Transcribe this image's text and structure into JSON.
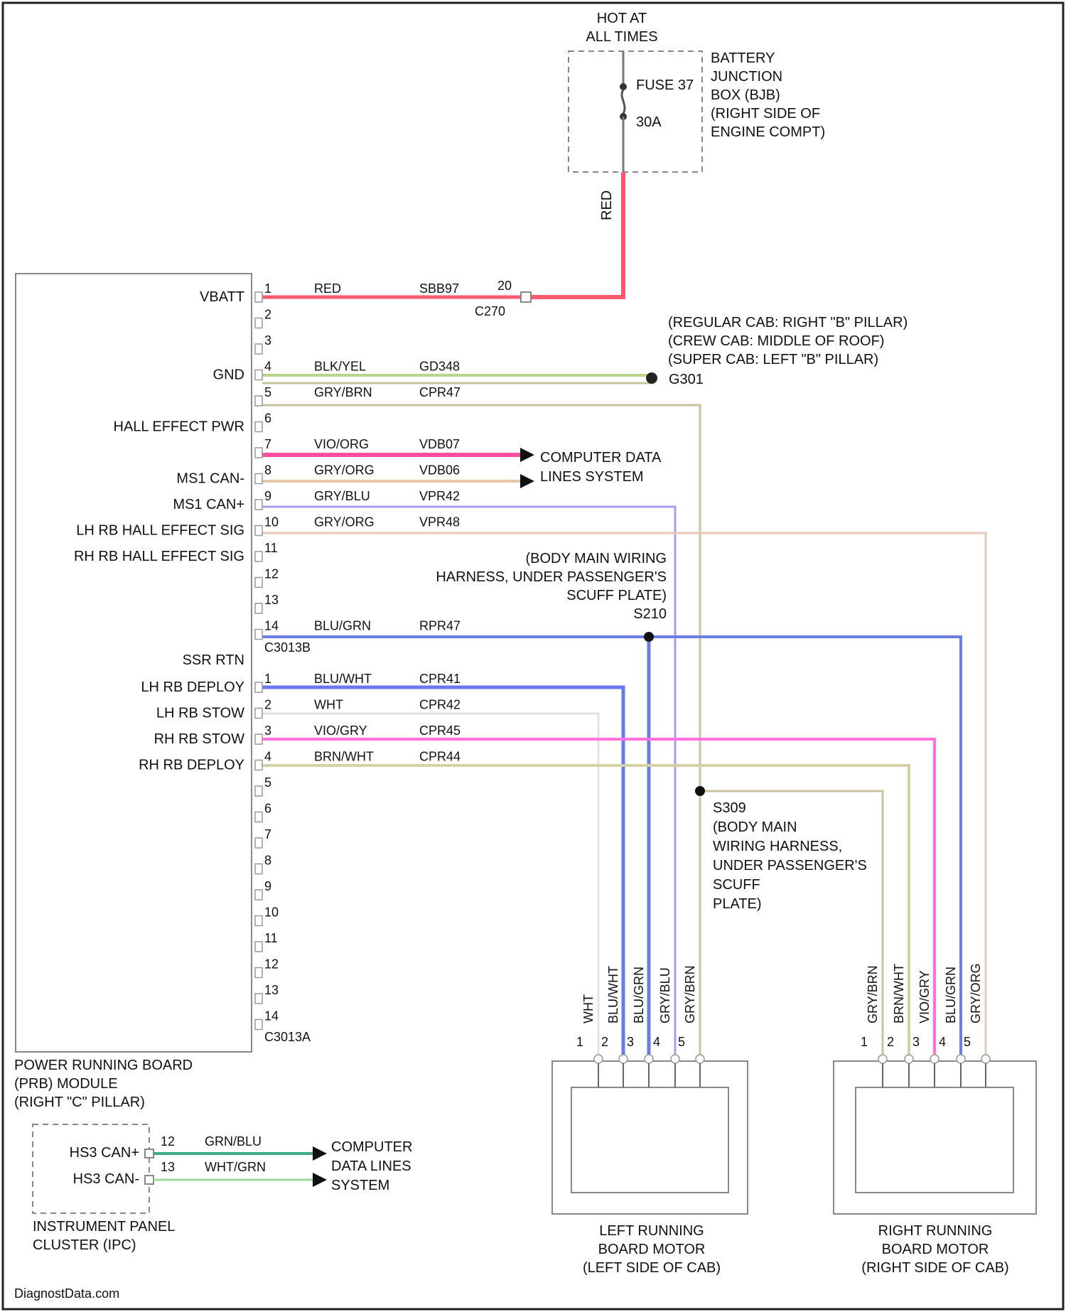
{
  "fuse_box": {
    "hot": [
      "HOT AT",
      "ALL TIMES"
    ],
    "fuse": [
      "FUSE 37",
      "30A"
    ],
    "name": [
      "BATTERY",
      "JUNCTION",
      "BOX (BJB)",
      "(RIGHT SIDE OF",
      "ENGINE COMPT)"
    ],
    "riser_wire_color": "RED"
  },
  "module": {
    "name": [
      "POWER RUNNING BOARD",
      "(PRB) MODULE",
      "(RIGHT \"C\" PILLAR)"
    ],
    "connectors": [
      "C3013B",
      "C3013A"
    ],
    "pins_b": [
      {
        "pin": "1",
        "func": "VBATT",
        "color": "RED",
        "circuit": "SBB97",
        "color_hex": "#ff5a6e"
      },
      {
        "pin": "2",
        "func": "",
        "color": "",
        "circuit": "",
        "color_hex": ""
      },
      {
        "pin": "3",
        "func": "",
        "color": "",
        "circuit": "",
        "color_hex": ""
      },
      {
        "pin": "4",
        "func": "GND",
        "color": "BLK/YEL",
        "circuit": "GD348",
        "color_hex": "#b8d38a"
      },
      {
        "pin": "5",
        "func": "",
        "color": "GRY/BRN",
        "circuit": "CPR47",
        "color_hex": "#c4c39a"
      },
      {
        "pin": "6",
        "func": "HALL EFFECT PWR",
        "color": "",
        "circuit": "",
        "color_hex": "#c9c1a0"
      },
      {
        "pin": "7",
        "func": "",
        "color": "VIO/ORG",
        "circuit": "VDB07",
        "color_hex": "#ff4fa3"
      },
      {
        "pin": "8",
        "func": "MS1 CAN-",
        "color": "GRY/ORG",
        "circuit": "VDB06",
        "color_hex": "#ff4fa3"
      },
      {
        "pin": "9",
        "func": "MS1 CAN+",
        "color": "GRY/BLU",
        "circuit": "VPR42",
        "color_hex": "#e8c8a8"
      },
      {
        "pin": "10",
        "func": "LH RB HALL EFFECT SIG",
        "color": "GRY/ORG",
        "circuit": "VPR48",
        "color_hex": "#a89cf0"
      },
      {
        "pin": "11",
        "func": "RH RB HALL EFFECT SIG",
        "color": "",
        "circuit": "",
        "color_hex": "#e7c9b8"
      },
      {
        "pin": "12",
        "func": "",
        "color": "",
        "circuit": "",
        "color_hex": ""
      },
      {
        "pin": "13",
        "func": "",
        "color": "",
        "circuit": "",
        "color_hex": ""
      },
      {
        "pin": "14",
        "func": "",
        "color": "BLU/GRN",
        "circuit": "RPR47",
        "color_hex": ""
      },
      {
        "pin": "",
        "func": "SSR RTN",
        "color": "",
        "circuit": "",
        "color_hex": "#6b7de0"
      }
    ],
    "pins_a": [
      {
        "pin": "1",
        "func": "LH RB DEPLOY",
        "color": "BLU/WHT",
        "circuit": "CPR41",
        "color_hex": "#6a78f0"
      },
      {
        "pin": "2",
        "func": "LH RB STOW",
        "color": "WHT",
        "circuit": "CPR42",
        "color_hex": "#e2e2e2"
      },
      {
        "pin": "3",
        "func": "RH RB STOW",
        "color": "VIO/GRY",
        "circuit": "CPR45",
        "color_hex": "#ff70e0"
      },
      {
        "pin": "4",
        "func": "RH RB DEPLOY",
        "color": "BRN/WHT",
        "circuit": "CPR44",
        "color_hex": "#d6d0a8"
      },
      {
        "pin": "5",
        "func": "",
        "color": "",
        "circuit": "",
        "color_hex": ""
      },
      {
        "pin": "6",
        "func": "",
        "color": "",
        "circuit": "",
        "color_hex": ""
      },
      {
        "pin": "7",
        "func": "",
        "color": "",
        "circuit": "",
        "color_hex": ""
      },
      {
        "pin": "8",
        "func": "",
        "color": "",
        "circuit": "",
        "color_hex": ""
      },
      {
        "pin": "9",
        "func": "",
        "color": "",
        "circuit": "",
        "color_hex": ""
      },
      {
        "pin": "10",
        "func": "",
        "color": "",
        "circuit": "",
        "color_hex": ""
      },
      {
        "pin": "11",
        "func": "",
        "color": "",
        "circuit": "",
        "color_hex": ""
      },
      {
        "pin": "12",
        "func": "",
        "color": "",
        "circuit": "",
        "color_hex": ""
      },
      {
        "pin": "13",
        "func": "",
        "color": "",
        "circuit": "",
        "color_hex": ""
      },
      {
        "pin": "14",
        "func": "",
        "color": "",
        "circuit": "",
        "color_hex": ""
      }
    ]
  },
  "connector_c270": {
    "pin": "20",
    "name": "C270"
  },
  "ground": {
    "name": "G301",
    "location": [
      "(REGULAR CAB: RIGHT \"B\" PILLAR)",
      "(CREW CAB: MIDDLE OF ROOF)",
      "(SUPER CAB: LEFT \"B\" PILLAR)"
    ]
  },
  "data_lines_ms": [
    "COMPUTER DATA",
    "LINES SYSTEM"
  ],
  "splice_s210": {
    "name": "S210",
    "location": [
      "(BODY MAIN WIRING",
      "HARNESS, UNDER PASSENGER'S",
      "SCUFF PLATE)"
    ]
  },
  "splice_s309": {
    "name": "S309",
    "location": [
      "(BODY MAIN",
      "WIRING HARNESS,",
      "UNDER PASSENGER'S",
      "SCUFF",
      "PLATE)"
    ]
  },
  "ipc": {
    "pins": [
      {
        "pin": "12",
        "func": "HS3 CAN+",
        "color": "GRN/BLU",
        "color_hex": "#3fa88a"
      },
      {
        "pin": "13",
        "func": "HS3 CAN-",
        "color": "WHT/GRN",
        "color_hex": "#9fd9a0"
      }
    ],
    "data_lines": [
      "COMPUTER",
      "DATA LINES",
      "SYSTEM"
    ],
    "name": [
      "INSTRUMENT PANEL",
      "CLUSTER (IPC)"
    ]
  },
  "left_motor": {
    "name": [
      "LEFT RUNNING",
      "BOARD MOTOR",
      "(LEFT SIDE OF CAB)"
    ],
    "wires": [
      {
        "pin": "1",
        "color": "WHT"
      },
      {
        "pin": "2",
        "color": "BLU/WHT"
      },
      {
        "pin": "3",
        "color": "BLU/GRN"
      },
      {
        "pin": "4",
        "color": "GRY/BLU"
      },
      {
        "pin": "5",
        "color": "GRY/BRN"
      }
    ]
  },
  "right_motor": {
    "name": [
      "RIGHT RUNNING",
      "BOARD MOTOR",
      "(RIGHT SIDE OF CAB)"
    ],
    "wires": [
      {
        "pin": "1",
        "color": "GRY/BRN"
      },
      {
        "pin": "2",
        "color": "BRN/WHT"
      },
      {
        "pin": "3",
        "color": "VIO/GRY"
      },
      {
        "pin": "4",
        "color": "BLU/GRN"
      },
      {
        "pin": "5",
        "color": "GRY/ORG"
      }
    ]
  },
  "watermark": "DiagnostData.com"
}
